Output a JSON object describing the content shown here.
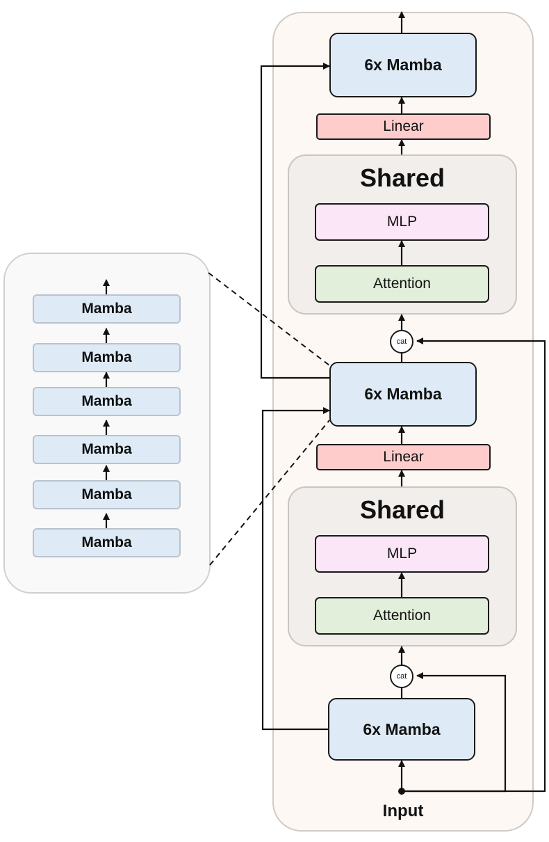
{
  "diagram": {
    "input_label": "Input",
    "main_stack": {
      "mamba_label": "6x Mamba",
      "linear_label": "Linear",
      "shared_label": "Shared",
      "mlp_label": "MLP",
      "attention_label": "Attention",
      "cat_label": "cat"
    },
    "zoom_stack": {
      "blocks": [
        "Mamba",
        "Mamba",
        "Mamba",
        "Mamba",
        "Mamba",
        "Mamba"
      ]
    }
  }
}
